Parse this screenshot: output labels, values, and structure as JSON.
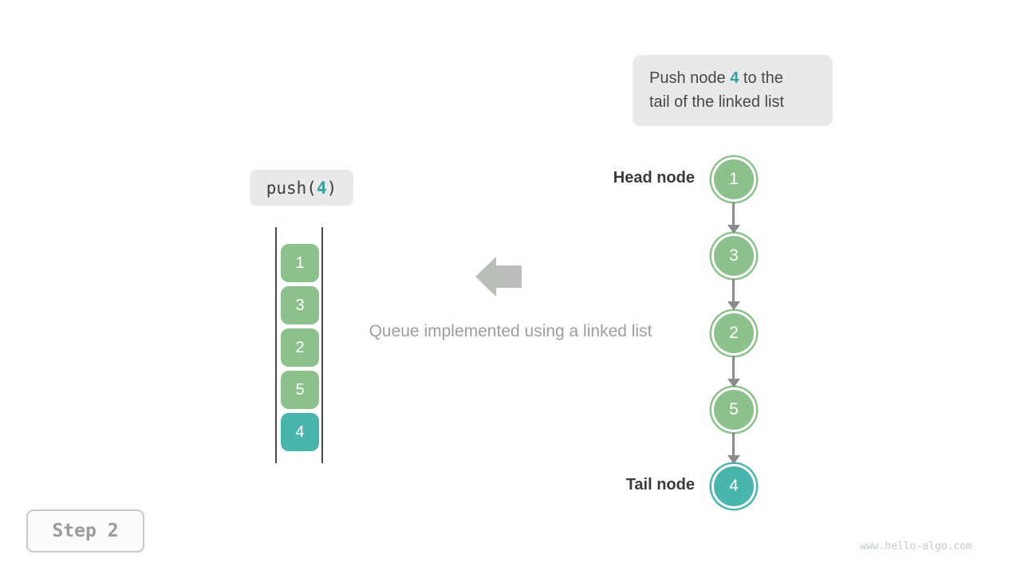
{
  "colors": {
    "green": "#8cc08c",
    "teal": "#4ab5ad",
    "teal_text": "#35a09c",
    "callout_bg": "#e9e9e9",
    "dark_text": "#474747",
    "label_text": "#3a3a3a",
    "gray_text": "#9e9e9e",
    "arrow_gray": "#8c8c8c",
    "block_arrow_gray": "#b9beb9",
    "watermark_gray": "#c4ccc4"
  },
  "callout": {
    "line1_prefix": "Push node ",
    "line1_highlight": "4",
    "line1_suffix": " to the",
    "line2": "tail of the linked list"
  },
  "push_label": {
    "prefix": "push(",
    "arg": "4",
    "suffix": ")"
  },
  "queue": {
    "cells": [
      {
        "value": "1",
        "color": "green"
      },
      {
        "value": "3",
        "color": "green"
      },
      {
        "value": "2",
        "color": "green"
      },
      {
        "value": "5",
        "color": "green"
      },
      {
        "value": "4",
        "color": "teal"
      }
    ]
  },
  "caption": "Queue implemented using a linked list",
  "linked_list": {
    "head_label": "Head node",
    "tail_label": "Tail node",
    "nodes": [
      {
        "value": "1",
        "color": "green"
      },
      {
        "value": "3",
        "color": "green"
      },
      {
        "value": "2",
        "color": "green"
      },
      {
        "value": "5",
        "color": "green"
      },
      {
        "value": "4",
        "color": "teal"
      }
    ]
  },
  "step_badge": {
    "label": "Step 2"
  },
  "watermark": "www.hello-algo.com"
}
